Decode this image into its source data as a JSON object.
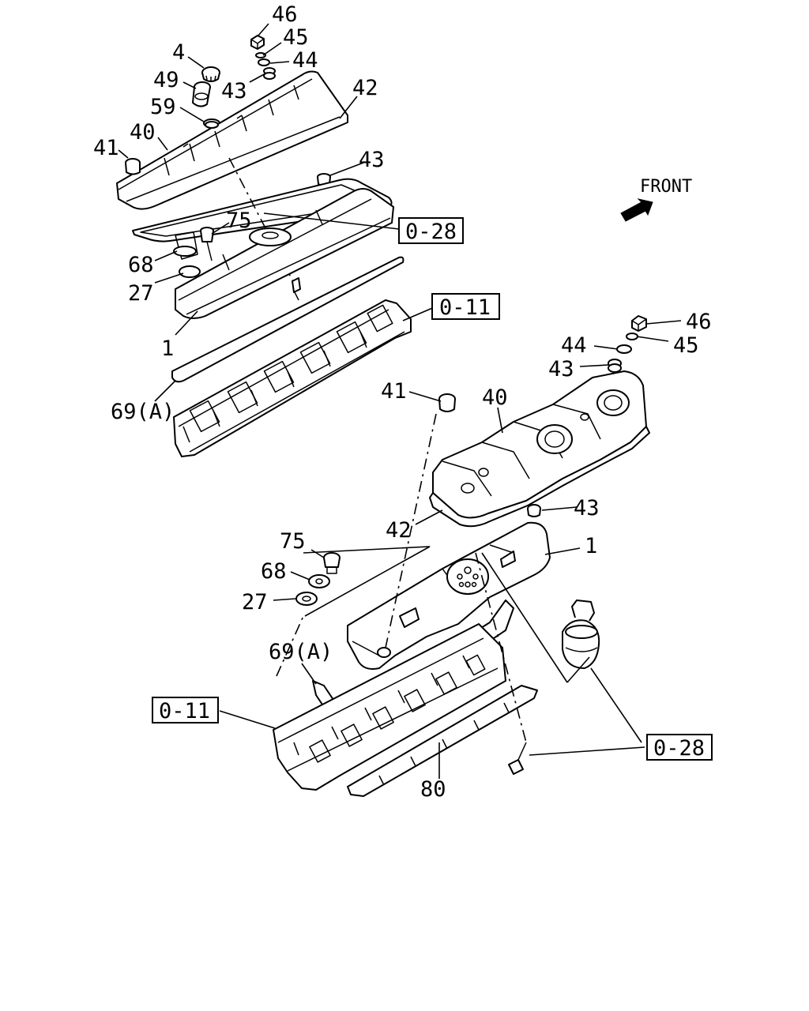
{
  "front_label": "FRONT",
  "callouts": {
    "top": {
      "c46": "46",
      "c45": "45",
      "c44": "44",
      "c4": "4",
      "c49": "49",
      "c43a": "43",
      "c42": "42",
      "c59": "59",
      "c40": "40",
      "c41": "41",
      "c43b": "43",
      "c75": "75",
      "c68": "68",
      "c27": "27",
      "c1": "1",
      "c69": "69(A)"
    },
    "bottom": {
      "c46": "46",
      "c44": "44",
      "c45": "45",
      "c43a": "43",
      "c41": "41",
      "c40": "40",
      "c43b": "43",
      "c42": "42",
      "c75": "75",
      "c1": "1",
      "c68": "68",
      "c27": "27",
      "c69": "69(A)",
      "c80": "80"
    }
  },
  "references": {
    "top_028": "0-28",
    "top_011": "0-11",
    "bottom_011": "0-11",
    "bottom_028": "0-28"
  }
}
